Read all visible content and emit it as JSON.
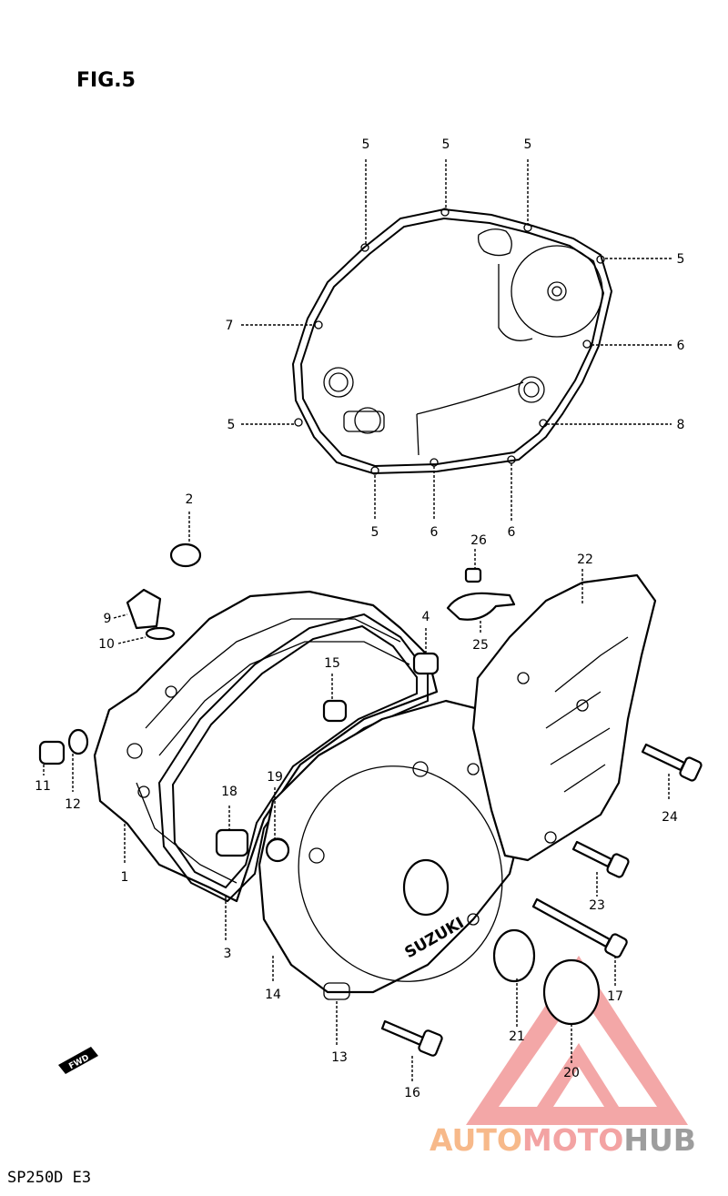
{
  "figure": {
    "title": "FIG.5",
    "model_code": "SP250D E3"
  },
  "callouts": [
    "1",
    "2",
    "3",
    "4",
    "5",
    "6",
    "7",
    "8",
    "9",
    "10",
    "11",
    "12",
    "13",
    "14",
    "15",
    "16",
    "17",
    "18",
    "19",
    "20",
    "21",
    "22",
    "23",
    "24",
    "25",
    "26"
  ],
  "labels": {
    "c5a": "5",
    "c5b": "5",
    "c5c": "5",
    "c5d": "5",
    "c5e": "5",
    "c5f": "5",
    "c6a": "6",
    "c6b": "6",
    "c6c": "6",
    "c7": "7",
    "c8": "8",
    "c1": "1",
    "c2": "2",
    "c3": "3",
    "c4": "4",
    "c9": "9",
    "c10": "10",
    "c11": "11",
    "c12": "12",
    "c13": "13",
    "c14": "14",
    "c15": "15",
    "c16": "16",
    "c17": "17",
    "c18": "18",
    "c19": "19",
    "c20": "20",
    "c21": "21",
    "c22": "22",
    "c23": "23",
    "c24": "24",
    "c25": "25",
    "c26": "26"
  },
  "cover_logo": "SUZUKI",
  "fwd_arrow": "FWD",
  "watermark": {
    "part1": "AUTO",
    "part2": "MOTO",
    "part3": "HUB",
    "colors": {
      "auto": "#f7b98a",
      "moto": "#f3a3a3",
      "hub": "#9d9d9d",
      "triangle": "#f08080"
    }
  }
}
